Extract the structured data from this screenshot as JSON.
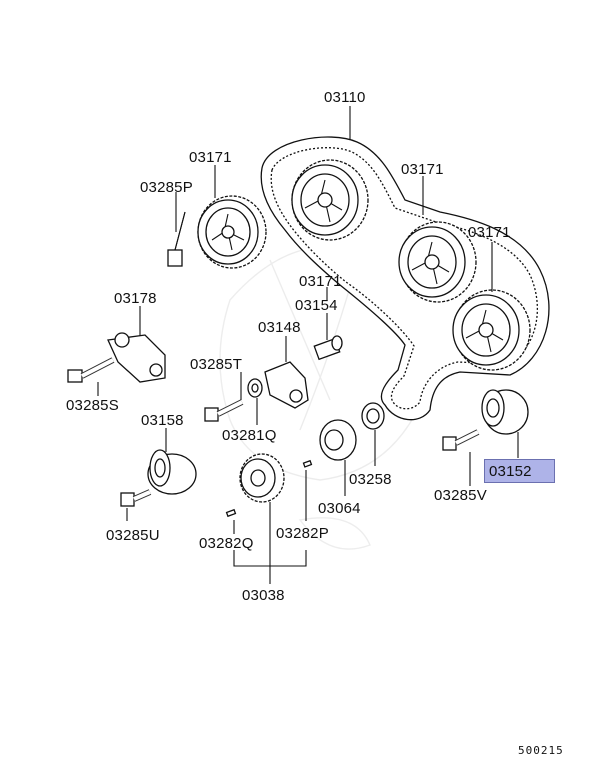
{
  "diagram_code": "500215",
  "parts": [
    {
      "id": "belt",
      "label": "03110"
    },
    {
      "id": "sprocket-a",
      "label": "03171"
    },
    {
      "id": "sprocket-b",
      "label": "03171"
    },
    {
      "id": "sprocket-c",
      "label": "03171"
    },
    {
      "id": "sprocket-d",
      "label": "03171"
    },
    {
      "id": "bolt-p",
      "label": "03285P"
    },
    {
      "id": "tensioner-bracket",
      "label": "03178"
    },
    {
      "id": "bolt-s",
      "label": "03285S"
    },
    {
      "id": "spacer",
      "label": "03154"
    },
    {
      "id": "tensioner-arm",
      "label": "03148"
    },
    {
      "id": "bolt-t",
      "label": "03285T"
    },
    {
      "id": "washer",
      "label": "03281Q"
    },
    {
      "id": "pulley-idler",
      "label": "03158"
    },
    {
      "id": "bolt-u",
      "label": "03285U"
    },
    {
      "id": "crank-sprocket",
      "label": "03038"
    },
    {
      "id": "key-q",
      "label": "03282Q"
    },
    {
      "id": "key-p",
      "label": "03282P"
    },
    {
      "id": "flange",
      "label": "03064"
    },
    {
      "id": "seal-ring",
      "label": "03258"
    },
    {
      "id": "pulley-highlighted",
      "label": "03152"
    },
    {
      "id": "bolt-v",
      "label": "03285V"
    }
  ]
}
